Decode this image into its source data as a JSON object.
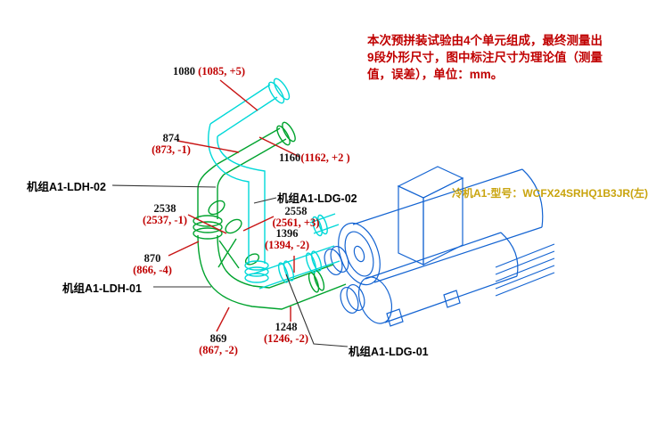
{
  "drawing_note": "本次预拼装试验由4个单元组成，最终测量出\n9段外形尺寸，图中标注尺寸为理论值（测量\n值，误差），单位：mm。",
  "chiller_model_label": "冷机A1-型号：WCFX24SRHQ1B3JR(左)",
  "unit_labels": {
    "ldh02": "机组A1-LDH-02",
    "ldg02": "机组A1-LDG-02",
    "ldh01": "机组A1-LDH-01",
    "ldg01": "机组A1-LDG-01"
  },
  "dimensions": {
    "d1080": {
      "value": "1080",
      "measured": "(1085, +5)"
    },
    "d874": {
      "value": "874",
      "measured": "(873, -1)"
    },
    "d1160": {
      "value": "1160",
      "measured": "(1162, +2 )"
    },
    "d2538": {
      "value": "2538",
      "measured": "(2537, -1)"
    },
    "d2558": {
      "value": "2558",
      "measured": "(2561, +3)"
    },
    "d1396": {
      "value": "1396",
      "measured": "(1394, -2)"
    },
    "d870": {
      "value": "870",
      "measured": "(866, -4)"
    },
    "d869": {
      "value": "869",
      "measured": "(867, -2)"
    },
    "d1248": {
      "value": "1248",
      "measured": "(1246, -2)"
    }
  },
  "colors": {
    "annotation_red": "#c00000",
    "leader_red": "#c81414",
    "dimension_black": "#111111",
    "pipe_cyan": "#00d8d8",
    "pipe_green": "#00a32e",
    "chiller_blue": "#1464d2",
    "model_yellow": "#c9a40e",
    "leader_black": "#333333"
  }
}
